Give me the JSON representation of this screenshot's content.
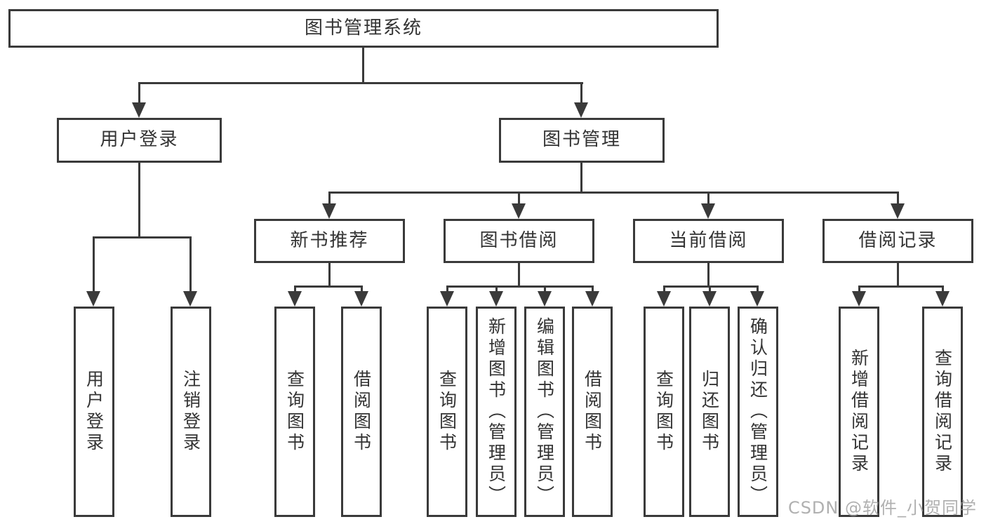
{
  "diagram_title": "图书管理系统",
  "colors": {
    "line": "#3a3a3a",
    "text": "#333333",
    "background": "#ffffff",
    "watermark": "#969696"
  },
  "tree": {
    "root": {
      "label": "图书管理系统"
    },
    "l2": [
      {
        "label": "用户登录"
      },
      {
        "label": "图书管理"
      }
    ],
    "l3": [
      {
        "label": "新书推荐"
      },
      {
        "label": "图书借阅"
      },
      {
        "label": "当前借阅"
      },
      {
        "label": "借阅记录"
      }
    ],
    "leaves": [
      {
        "label": "用户登录",
        "parent": "用户登录"
      },
      {
        "label": "注销登录",
        "parent": "用户登录"
      },
      {
        "label": "查询图书",
        "parent": "新书推荐"
      },
      {
        "label": "借阅图书",
        "parent": "新书推荐"
      },
      {
        "label": "查询图书",
        "parent": "图书借阅"
      },
      {
        "label": "新增图书（管理员）",
        "parent": "图书借阅"
      },
      {
        "label": "编辑图书（管理员）",
        "parent": "图书借阅"
      },
      {
        "label": "借阅图书",
        "parent": "图书借阅"
      },
      {
        "label": "查询图书",
        "parent": "当前借阅"
      },
      {
        "label": "归还图书",
        "parent": "当前借阅"
      },
      {
        "label": "确认归还（管理员）",
        "parent": "当前借阅"
      },
      {
        "label": "新增借阅记录",
        "parent": "借阅记录"
      },
      {
        "label": "查询借阅记录",
        "parent": "借阅记录"
      }
    ]
  },
  "watermark": {
    "text": "CSDN @软件_小贺同学"
  }
}
